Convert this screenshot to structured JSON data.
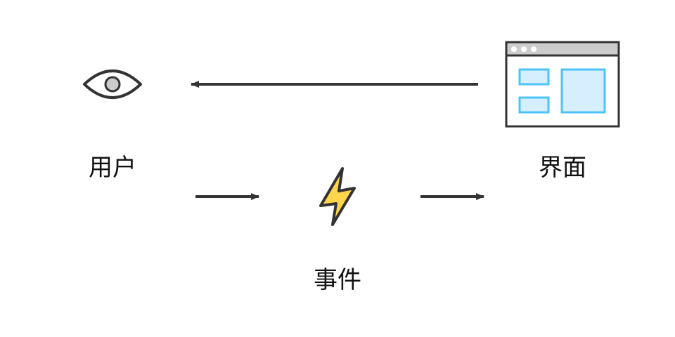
{
  "nodes": {
    "user": {
      "label": "用户",
      "icon": "eye-icon"
    },
    "ui": {
      "label": "界面",
      "icon": "browser-window-icon"
    },
    "event": {
      "label": "事件",
      "icon": "lightning-bolt-icon"
    }
  },
  "edges": [
    {
      "from": "ui",
      "to": "user"
    },
    {
      "from": "user",
      "to": "event"
    },
    {
      "from": "event",
      "to": "ui"
    }
  ],
  "colors": {
    "stroke": "#333333",
    "window_bar": "#cccccc",
    "window_panel_fill": "#d6efff",
    "window_panel_stroke": "#4cc3f9",
    "bolt_fill": "#ffd54d",
    "eye_pupil": "#cccccc"
  }
}
